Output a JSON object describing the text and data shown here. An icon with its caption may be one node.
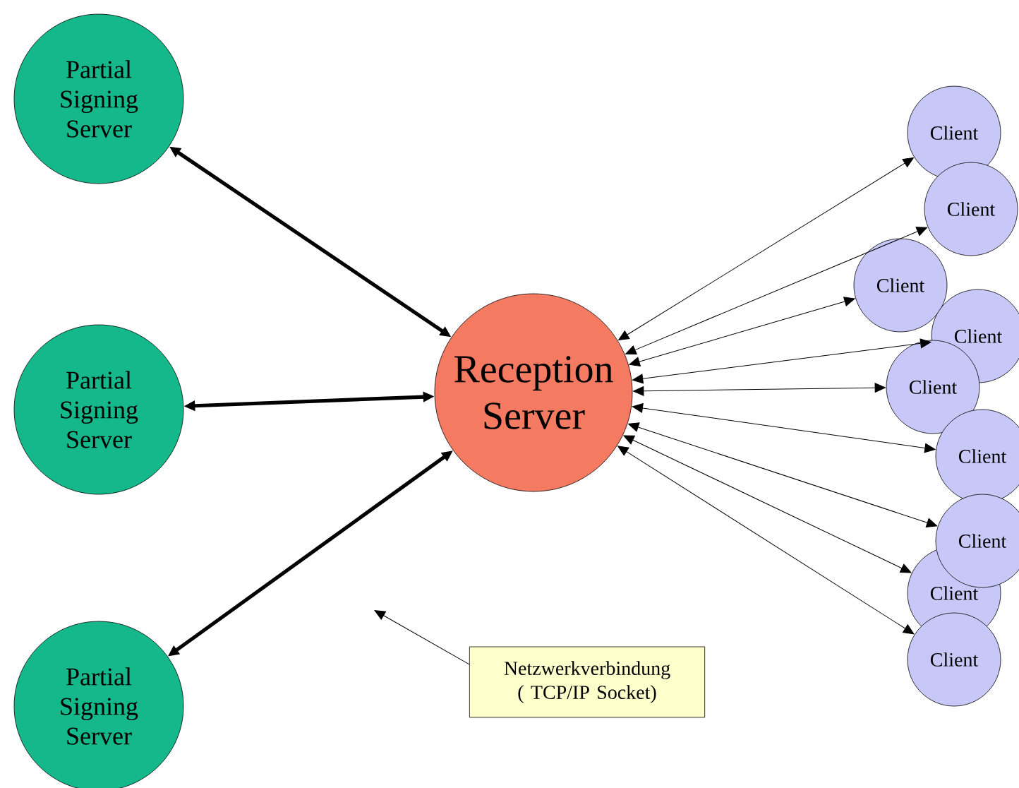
{
  "diagram": {
    "nodes": [
      {
        "text": [
          "Partial Signing Server"
        ]
      },
      {
        "text": [
          "Partial Signing Server"
        ]
      },
      {
        "text": [
          "Partial Signing Server"
        ]
      },
      {
        "text": [
          "Reception Server"
        ]
      },
      {
        "text": [
          "Client"
        ]
      },
      {
        "text": [
          "Client"
        ]
      },
      {
        "text": [
          "Client"
        ]
      },
      {
        "text": [
          "Client"
        ]
      },
      {
        "text": [
          "Client"
        ]
      },
      {
        "text": [
          "Client"
        ]
      },
      {
        "text": [
          "Client"
        ]
      },
      {
        "text": [
          "Client"
        ]
      },
      {
        "text": [
          "Client"
        ]
      },
      {
        "text": [
          "Netzwerkverbindung ( TCP/IP Socket)"
        ]
      }
    ],
    "edges": [
      {
        "from": 0,
        "to": 3,
        "arrow": "both",
        "style": "thick"
      },
      {
        "from": 1,
        "to": 3,
        "arrow": "both",
        "style": "thick"
      },
      {
        "from": 2,
        "to": 3,
        "arrow": "both",
        "style": "thick"
      },
      {
        "from": 3,
        "to": 4,
        "arrow": "both"
      },
      {
        "from": 3,
        "to": 5,
        "arrow": "both"
      },
      {
        "from": 3,
        "to": 6,
        "arrow": "both"
      },
      {
        "from": 3,
        "to": 7,
        "arrow": "both"
      },
      {
        "from": 3,
        "to": 8,
        "arrow": "both"
      },
      {
        "from": 3,
        "to": 9,
        "arrow": "both"
      },
      {
        "from": 3,
        "to": 10,
        "arrow": "both"
      },
      {
        "from": 3,
        "to": 11,
        "arrow": "both"
      },
      {
        "from": 3,
        "to": 12,
        "arrow": "both"
      },
      {
        "from": 13,
        "to": null,
        "arrow": "to"
      }
    ]
  }
}
